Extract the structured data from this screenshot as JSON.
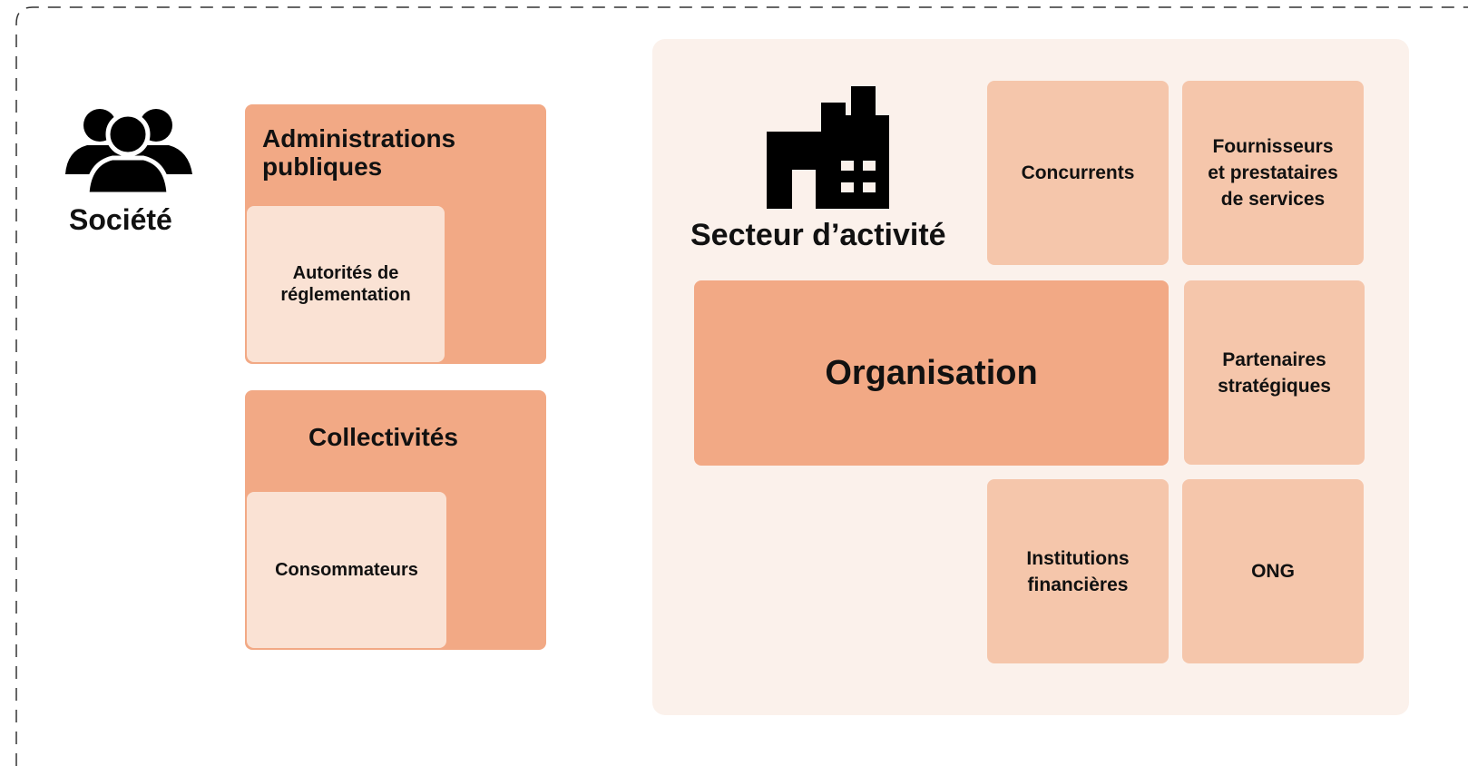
{
  "colors": {
    "dark_peach": "#f2a985",
    "mid_peach": "#f5c6ab",
    "light_peach": "#fae2d4",
    "panel_bg": "#fbf1eb",
    "border_dash": "#333333",
    "icon": "#000000"
  },
  "icons": {
    "society": "people-group-icon",
    "industry": "factory-icon"
  },
  "society": {
    "label": "Société"
  },
  "public_admin": {
    "label": "Administrations\npubliques",
    "inner_label": "Autorités de\nréglementation"
  },
  "communities": {
    "label": "Collectivités",
    "inner_label": "Consommateurs"
  },
  "industry": {
    "label": "Secteur d’activité"
  },
  "organisation": {
    "label": "Organisation"
  },
  "stakeholders": {
    "competitors": "Concurrents",
    "suppliers": "Fournisseurs\net prestataires\nde services",
    "partners": "Partenaires\nstratégiques",
    "financial": "Institutions\nfinancières",
    "ngo": "ONG"
  }
}
